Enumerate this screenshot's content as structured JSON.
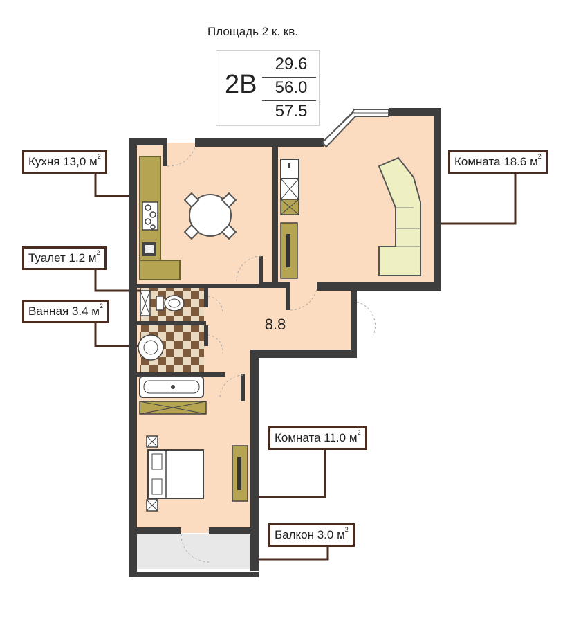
{
  "title": "Площадь 2 к. кв.",
  "apartment": {
    "code": "2В",
    "areas": [
      "29.6",
      "56.0",
      "57.5"
    ]
  },
  "hall_area": "8.8",
  "rooms": [
    {
      "name": "Кухня 13,0 м",
      "sup": "2"
    },
    {
      "name": "Комната 18.6 м",
      "sup": "2"
    },
    {
      "name": "Туалет 1.2 м",
      "sup": "2"
    },
    {
      "name": "Ванная 3.4 м",
      "sup": "2"
    },
    {
      "name": "Комната 11.0 м",
      "sup": "2"
    },
    {
      "name": "Балкон 3.0 м",
      "sup": "2"
    }
  ],
  "colors": {
    "floor": "#fbdcc0",
    "wall": "#3d3d3d",
    "furniture": "#eef0c2",
    "leader": "#4a2c20",
    "balcony": "#e8e8e8",
    "tile_dark": "#7d5a3c",
    "tile_light": "#e9d9c0"
  }
}
